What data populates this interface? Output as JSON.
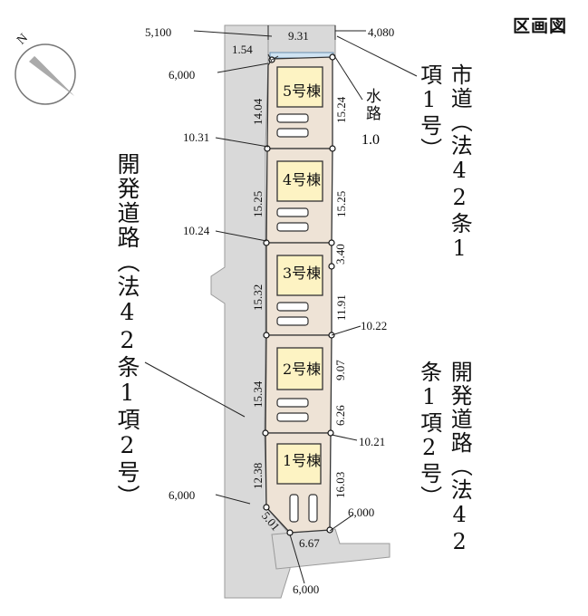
{
  "title": "区画図",
  "compass": {
    "north_label": "N"
  },
  "roads": {
    "dev_road_left": "開発道路（法42条1項2号）",
    "city_road": "市道（法42条1項1号）",
    "dev_road_right": "開発道路（法42条1項2号）",
    "waterway": "水路",
    "waterway_width": "1.0"
  },
  "lots": [
    {
      "label": "5号棟"
    },
    {
      "label": "4号棟"
    },
    {
      "label": "3号棟"
    },
    {
      "label": "2号棟"
    },
    {
      "label": "1号棟"
    }
  ],
  "dims": {
    "top_left_corner": "5,100",
    "top_right_corner": "4,080",
    "top_width": "9.31",
    "corner_154": "1.54",
    "corner_left_top": "6,000",
    "w_1031": "10.31",
    "w_1024": "10.24",
    "w_1022": "10.22",
    "w_1021": "10.21",
    "left_1404": "14.04",
    "left_1525": "15.25",
    "left_1532": "15.32",
    "left_1534": "15.34",
    "left_1238": "12.38",
    "right_1524": "15.24",
    "right_1525": "15.25",
    "right_340": "3.40",
    "right_1191": "11.91",
    "right_907": "9.07",
    "right_626": "6.26",
    "right_1603": "16.03",
    "bottom_501": "5.01",
    "bottom_667": "6.67",
    "corner_left_bottom": "6,000",
    "corner_right_bottom": "6,000",
    "corner_bottom": "6,000"
  },
  "colors": {
    "lot_fill": "#eee3d6",
    "house_fill": "#fdf3c3",
    "road_fill": "#d9d9d9",
    "water_fill": "#cfe3f2"
  }
}
